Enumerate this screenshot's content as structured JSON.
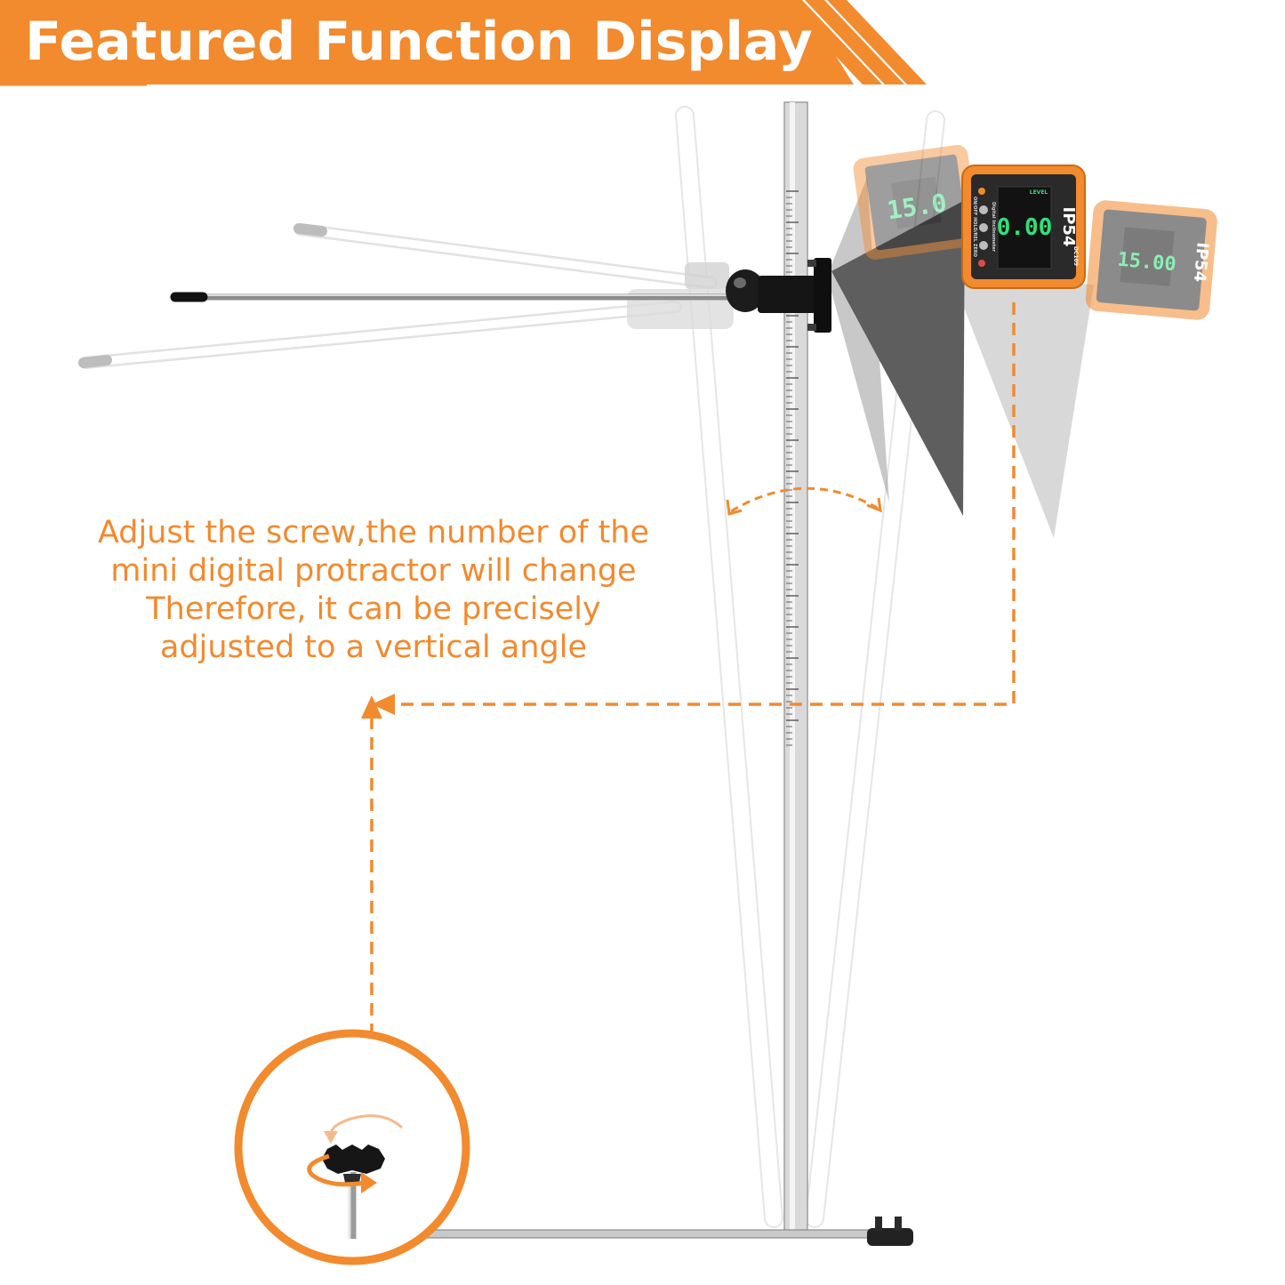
{
  "banner": {
    "title": "Featured Function Display",
    "color": "#f28a2e"
  },
  "caption": {
    "lines": [
      "Adjust the screw,the number of the",
      "mini digital protractor will change",
      "Therefore, it can be precisely",
      "adjusted to a vertical angle"
    ],
    "color": "#f28a2e"
  },
  "device": {
    "rating": "IP54",
    "model": "DC109",
    "lcd_main": "0.00",
    "lcd_side": "15.00",
    "lcd_ghost_left": "15.0",
    "level_label": "LEVEL",
    "name_label": "Digital Inclinometer",
    "buttons_label": "ON/OFF HOLD/REL ZERO",
    "body_color": "#f28a2e",
    "lcd_color": "#2fe07a"
  },
  "icons": {
    "rotate_arrow": "rotate-arrow-icon",
    "swing_arrow": "double-headed-curved-arrow-icon"
  }
}
